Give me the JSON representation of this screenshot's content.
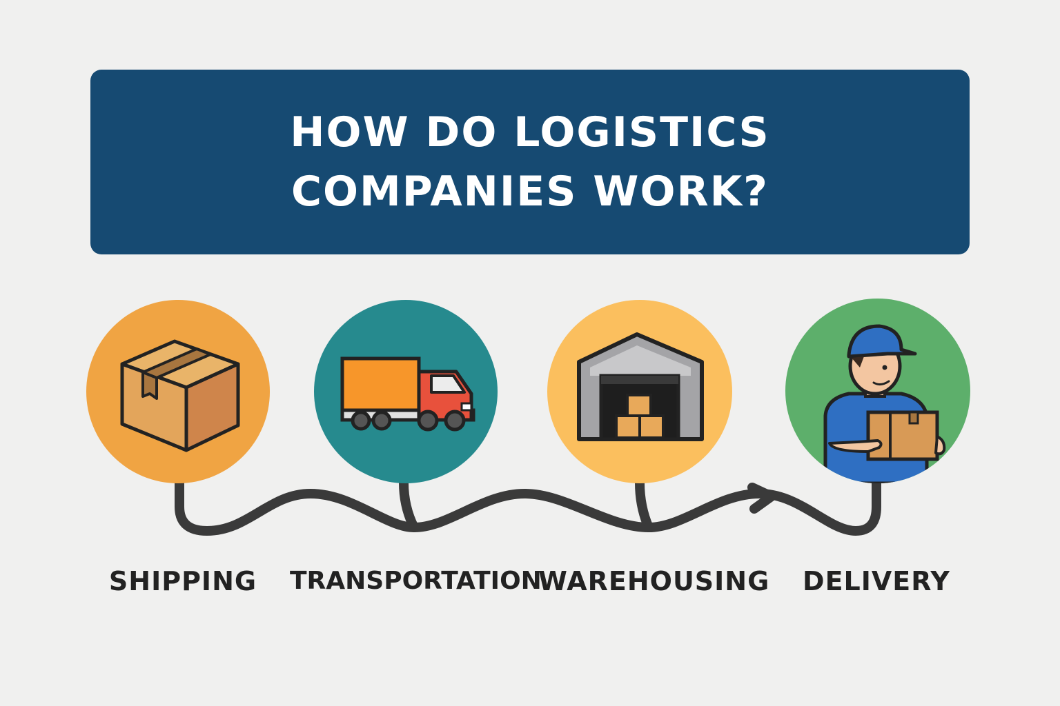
{
  "title": {
    "line1": "HOW DO LOGISTICS",
    "line2": "COMPANIES WORK?"
  },
  "colors": {
    "background": "#f0f0ef",
    "banner": "#164a72",
    "shipping": "#f0a443",
    "transportation": "#268a8e",
    "warehousing": "#fbbf5e",
    "delivery": "#5daf6b",
    "connector": "#3a3a3a"
  },
  "steps": [
    {
      "label": "SHIPPING",
      "icon": "cardboard-box-icon"
    },
    {
      "label": "TRANSPORTATION",
      "icon": "delivery-truck-icon"
    },
    {
      "label": "WAREHOUSING",
      "icon": "warehouse-icon"
    },
    {
      "label": "DELIVERY",
      "icon": "delivery-person-icon"
    }
  ]
}
